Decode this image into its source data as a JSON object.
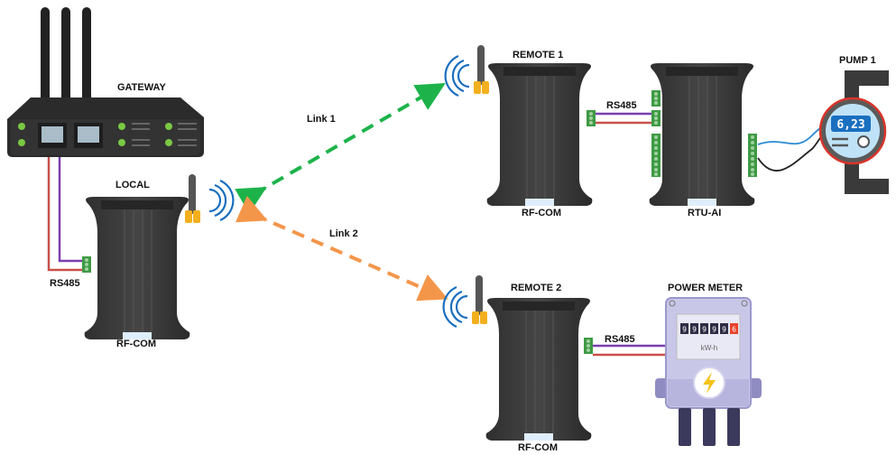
{
  "title": "RF-COM wireless RS485 network diagram",
  "labels": {
    "gateway": "GATEWAY",
    "local": "LOCAL",
    "local_rs485": "RS485",
    "local_device": "RF-COM",
    "remote1": "REMOTE 1",
    "remote1_rs485": "RS485",
    "remote1_device": "RF-COM",
    "rtu": "RTU-AI",
    "pump": "PUMP 1",
    "remote2": "REMOTE 2",
    "remote2_rs485": "RS485",
    "remote2_device": "RF-COM",
    "power_meter": "POWER METER",
    "link1": "Link 1",
    "link2": "Link 2"
  },
  "pump_display": "6,23",
  "meter": {
    "digits": [
      "9",
      "9",
      "9",
      "9",
      "9",
      "6"
    ],
    "unit": "kW-h"
  },
  "colors": {
    "link1": "#1db34a",
    "link2": "#f4964a",
    "rs485_a": "#7a3fb0",
    "rs485_b": "#c9504a",
    "device_body": "#3a3a3a",
    "wifi_waves": "#1a6fc0",
    "antenna_base": "#f2b01e",
    "terminal": "#3f9a45"
  }
}
